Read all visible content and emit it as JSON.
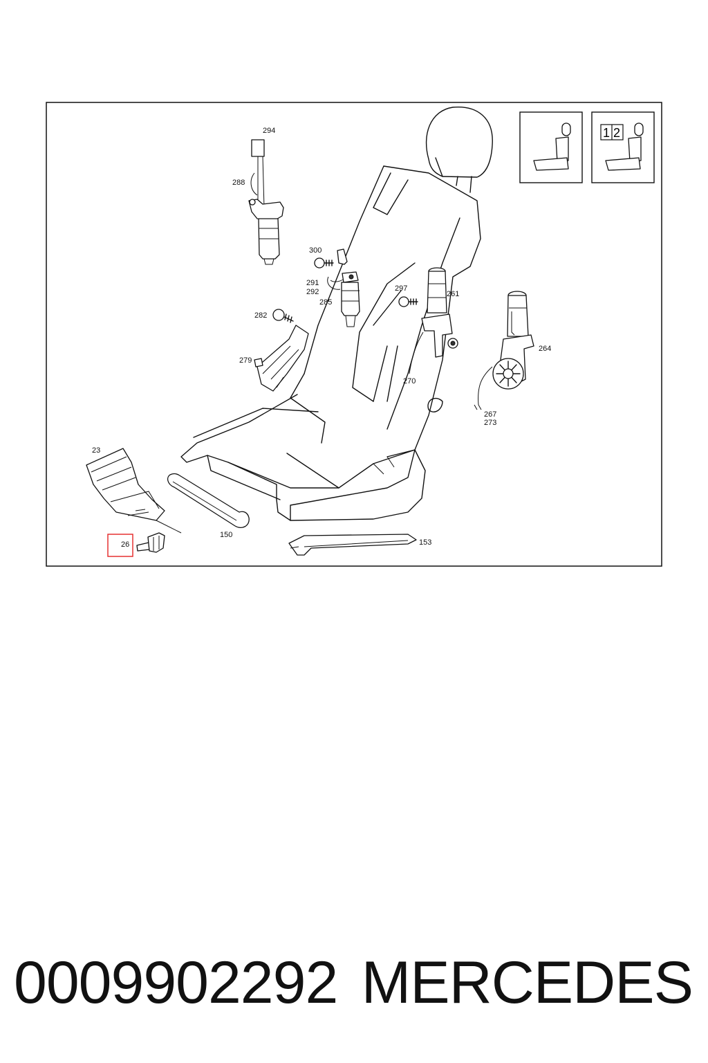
{
  "callouts": {
    "c294": "294",
    "c288": "288",
    "c300": "300",
    "c291": "291",
    "c292": "292",
    "c285": "285",
    "c297": "297",
    "c261": "261",
    "c282": "282",
    "c264": "264",
    "c279": "279",
    "c270": "270",
    "c267": "267",
    "c273": "273",
    "c23": "23",
    "c150": "150",
    "c153": "153",
    "c26": "26"
  },
  "legend": {
    "memory_digits": "12"
  },
  "highlight": {
    "selected_callout": "26",
    "color": "#e53030"
  },
  "footer": {
    "part_number": "0009902292",
    "brand": "MERCEDES"
  }
}
